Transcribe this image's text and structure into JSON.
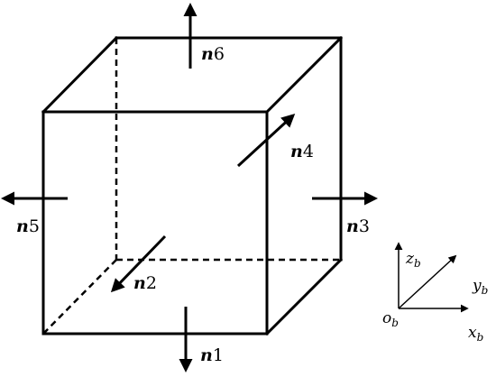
{
  "normals": [
    {
      "id": "n1",
      "symbol": "n",
      "index": "1"
    },
    {
      "id": "n2",
      "symbol": "n",
      "index": "2"
    },
    {
      "id": "n3",
      "symbol": "n",
      "index": "3"
    },
    {
      "id": "n4",
      "symbol": "n",
      "index": "4"
    },
    {
      "id": "n5",
      "symbol": "n",
      "index": "5"
    },
    {
      "id": "n6",
      "symbol": "n",
      "index": "6"
    }
  ],
  "axes": {
    "origin": {
      "base": "o",
      "sub": "b"
    },
    "x": {
      "base": "x",
      "sub": "b"
    },
    "y": {
      "base": "y",
      "sub": "b"
    },
    "z": {
      "base": "z",
      "sub": "b"
    }
  },
  "colors": {
    "stroke": "#000000",
    "background": "#ffffff"
  }
}
